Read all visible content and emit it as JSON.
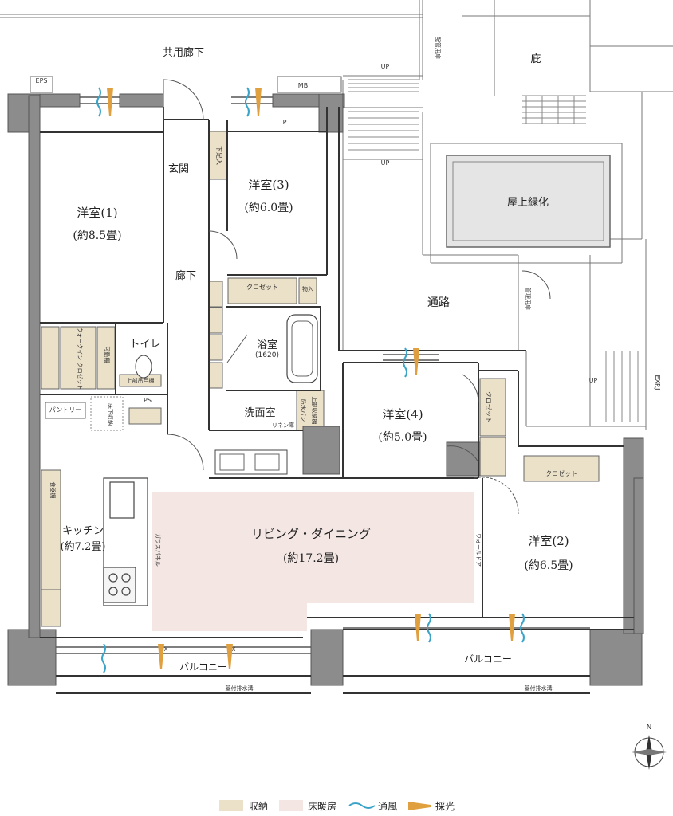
{
  "rooms": {
    "western1": {
      "name": "洋室(1)",
      "size": "(約8.5畳)"
    },
    "western2": {
      "name": "洋室(2)",
      "size": "(約6.5畳)"
    },
    "western3": {
      "name": "洋室(3)",
      "size": "(約6.0畳)"
    },
    "western4": {
      "name": "洋室(4)",
      "size": "(約5.0畳)"
    },
    "living": {
      "name": "リビング・ダイニング",
      "size": "(約17.2畳)"
    },
    "kitchen": {
      "name": "キッチン",
      "size": "(約7.2畳)"
    },
    "bath": {
      "name": "浴室",
      "size": "(1620)"
    },
    "washroom": {
      "name": "洗面室"
    },
    "toilet": {
      "name": "トイレ"
    },
    "entrance": {
      "name": "玄関"
    },
    "hallway": {
      "name": "廊下"
    },
    "aisle": {
      "name": "通路"
    }
  },
  "outside": {
    "common_corridor": "共用廊下",
    "garden": "庇",
    "rooftop_green": "屋上緑化",
    "balcony_left": "バルコニー",
    "balcony_right": "バルコニー",
    "eps": "EPS",
    "mb": "MB",
    "expj": "EXP.J",
    "up1": "UP",
    "up2": "UP",
    "up3": "UP",
    "drain_left": "蓋付排水溝",
    "drain_right": "蓋付排水溝",
    "fix1": "FIX",
    "fix2": "FIX",
    "mgmt_door": "管理用扉",
    "pipe_space": "配管用扉"
  },
  "storage": {
    "closet3": "クロゼット",
    "closet4": "クロゼット",
    "closet2": "クロゼット",
    "walkin": "ウォークイン クロゼット",
    "shoe": "下足入",
    "items": "物入",
    "linen": "リネン庫",
    "pantry": "パントリー",
    "movable_shelf": "可動棚",
    "upper_cabinet": "上部吊戸棚",
    "dish_shelf": "食器棚",
    "glass_panel": "ガラスパネル",
    "wall_door": "ウォールドア",
    "floor_storage": "床下収納",
    "ps": "PS",
    "p": "P",
    "upper_shelf": "上部収納棚",
    "antifall_pan": "防水パン"
  },
  "legend": {
    "storage": "収納",
    "floor_heating": "床暖房",
    "ventilation": "通風",
    "lighting": "採光"
  },
  "colors": {
    "storage": "#ebe0c8",
    "floor_heating": "#f3e6e3",
    "wall": "#8c8c8c",
    "vent": "#3aa3c8",
    "light": "#e0a040"
  },
  "compass": "N"
}
